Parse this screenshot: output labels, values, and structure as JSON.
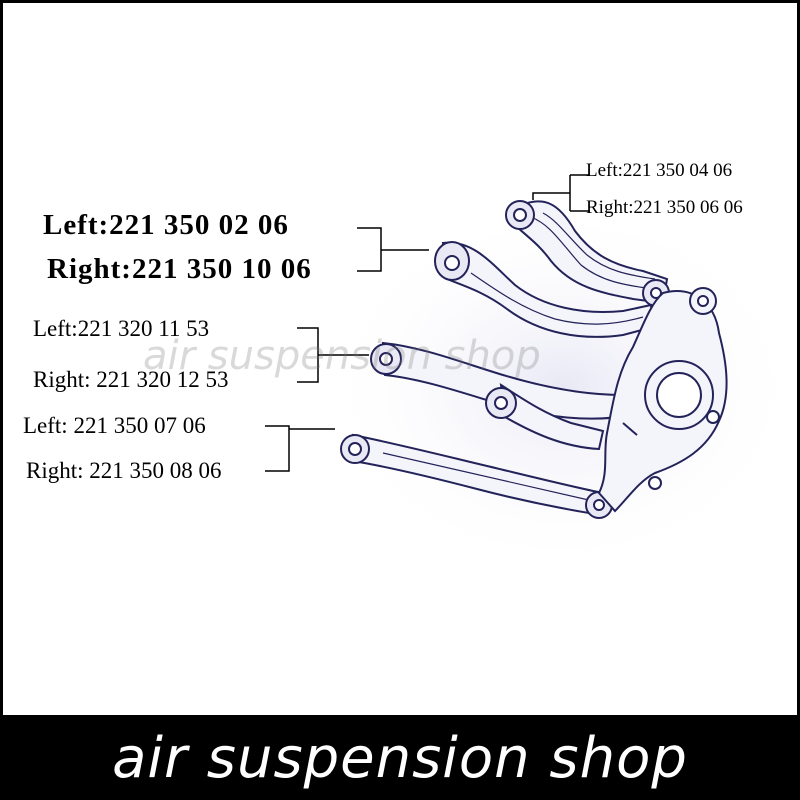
{
  "watermark": "air suspension shop",
  "banner": {
    "text": "air suspension shop"
  },
  "labels": {
    "upper_rear": {
      "left": "Left:221 350 04 06",
      "right": "Right:221 350 06 06"
    },
    "upper_front": {
      "left": "Left:221 350 02 06",
      "right": "Right:221 350 10 06"
    },
    "middle": {
      "left": "Left:221 320 11 53",
      "right": "Right: 221 320 12 53"
    },
    "lower": {
      "left": "Left: 221 350 07 06",
      "right": "Right: 221 350 08 06"
    }
  },
  "colors": {
    "banner_bg": "#000000",
    "banner_text": "#ffffff",
    "line_art": "#23235a",
    "bushing_fill": "#e9e9f6"
  }
}
